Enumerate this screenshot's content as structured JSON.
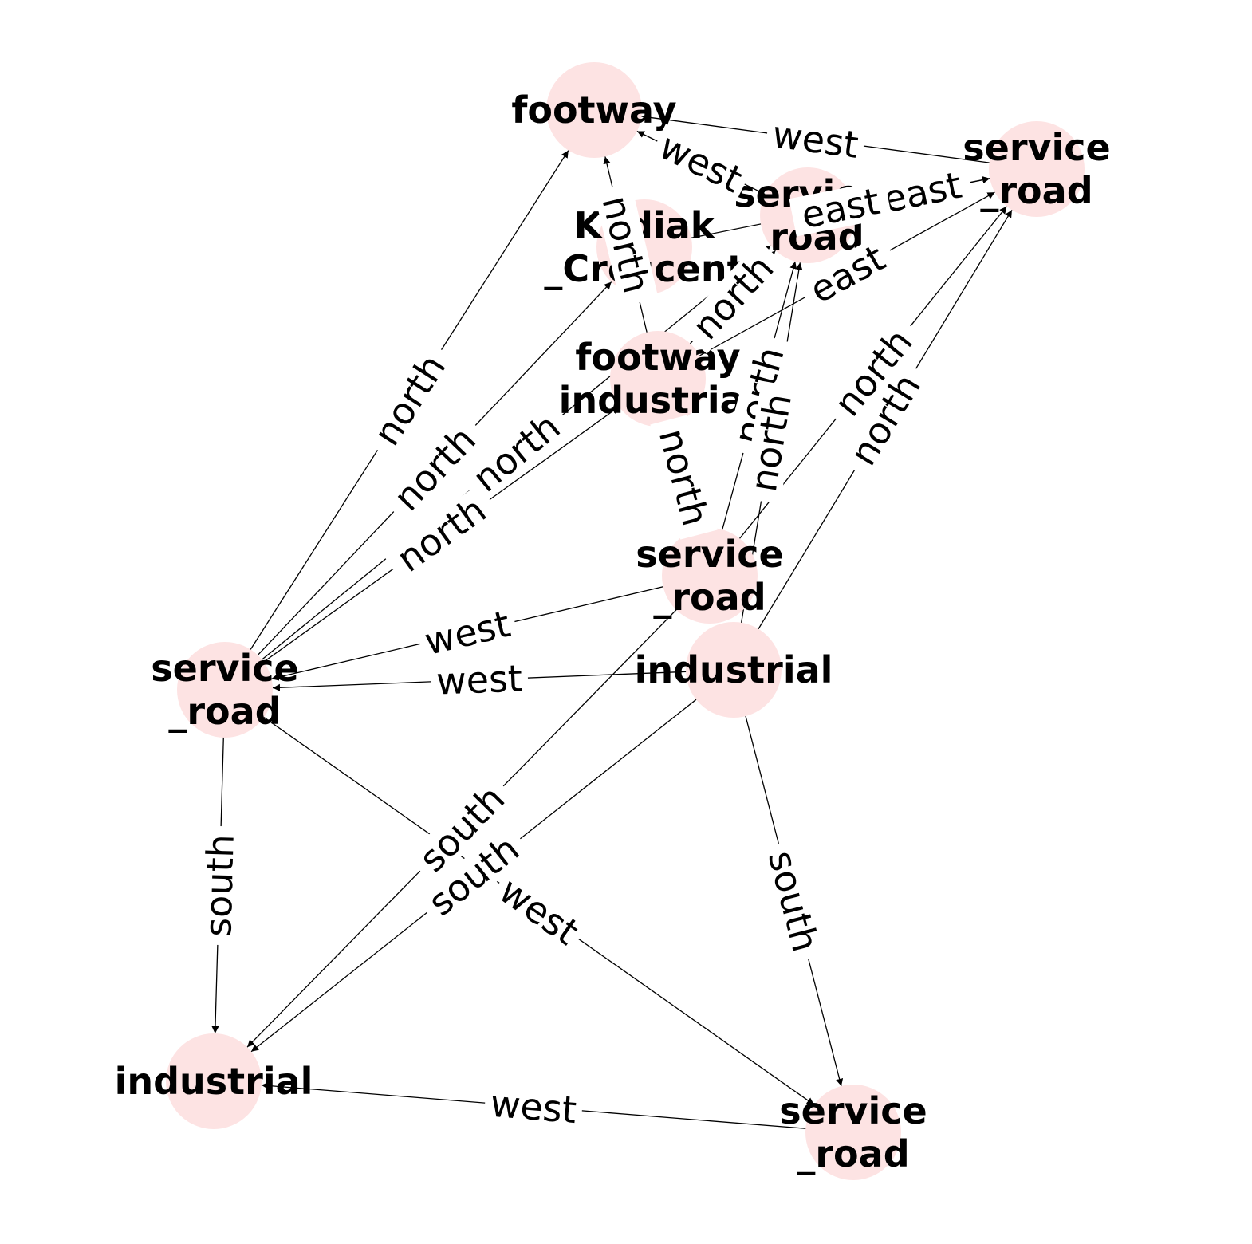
{
  "graph": {
    "nodes": [
      {
        "id": "n_footway_top",
        "lines": [
          "footway"
        ]
      },
      {
        "id": "n_service_road_top_right",
        "lines": [
          "service",
          "_road"
        ]
      },
      {
        "id": "n_service_road_upper_mid",
        "lines": [
          "service",
          "_road"
        ]
      },
      {
        "id": "n_kodiak_crescent",
        "lines": [
          "Kodiak",
          "_Crescent"
        ]
      },
      {
        "id": "n_footway_industrial",
        "lines": [
          "footway",
          "industrial"
        ]
      },
      {
        "id": "n_service_road_center",
        "lines": [
          "service",
          "_road"
        ]
      },
      {
        "id": "n_industrial_center",
        "lines": [
          "industrial"
        ]
      },
      {
        "id": "n_service_road_left",
        "lines": [
          "service",
          "_road"
        ]
      },
      {
        "id": "n_industrial_bottom_left",
        "lines": [
          "industrial"
        ]
      },
      {
        "id": "n_service_road_bottom_right",
        "lines": [
          "service",
          "_road"
        ]
      }
    ],
    "edges": [
      {
        "source": "n_service_road_left",
        "target": "n_footway_top",
        "label": "north"
      },
      {
        "source": "n_service_road_left",
        "target": "n_kodiak_crescent",
        "label": "north"
      },
      {
        "source": "n_service_road_left",
        "target": "n_footway_industrial",
        "label": "north"
      },
      {
        "source": "n_service_road_left",
        "target": "n_service_road_upper_mid",
        "label": "north"
      },
      {
        "source": "n_service_road_left",
        "target": "n_industrial_bottom_left",
        "label": "south"
      },
      {
        "source": "n_service_road_left",
        "target": "n_service_road_bottom_right",
        "label": "west"
      },
      {
        "source": "n_service_road_center",
        "target": "n_service_road_left",
        "label": "west"
      },
      {
        "source": "n_industrial_center",
        "target": "n_service_road_left",
        "label": "west"
      },
      {
        "source": "n_service_road_center",
        "target": "n_industrial_bottom_left",
        "label": "south"
      },
      {
        "source": "n_industrial_center",
        "target": "n_industrial_bottom_left",
        "label": "south"
      },
      {
        "source": "n_industrial_center",
        "target": "n_service_road_bottom_right",
        "label": "south"
      },
      {
        "source": "n_service_road_bottom_right",
        "target": "n_industrial_bottom_left",
        "label": "west"
      },
      {
        "source": "n_service_road_top_right",
        "target": "n_footway_top",
        "label": "west"
      },
      {
        "source": "n_service_road_upper_mid",
        "target": "n_footway_top",
        "label": "west"
      },
      {
        "source": "n_footway_industrial",
        "target": "n_footway_top",
        "label": "north"
      },
      {
        "source": "n_service_road_upper_mid",
        "target": "n_service_road_top_right",
        "label": "east"
      },
      {
        "source": "n_kodiak_crescent",
        "target": "n_service_road_top_right",
        "label": "east"
      },
      {
        "source": "n_footway_industrial",
        "target": "n_service_road_top_right",
        "label": "east"
      },
      {
        "source": "n_service_road_center",
        "target": "n_service_road_top_right",
        "label": "north"
      },
      {
        "source": "n_industrial_center",
        "target": "n_service_road_top_right",
        "label": "north"
      },
      {
        "source": "n_service_road_center",
        "target": "n_footway_industrial",
        "label": "north"
      },
      {
        "source": "n_service_road_center",
        "target": "n_service_road_upper_mid",
        "label": "north"
      },
      {
        "source": "n_footway_industrial",
        "target": "n_service_road_upper_mid",
        "label": "north"
      },
      {
        "source": "n_industrial_center",
        "target": "n_service_road_upper_mid",
        "label": "north"
      }
    ]
  }
}
